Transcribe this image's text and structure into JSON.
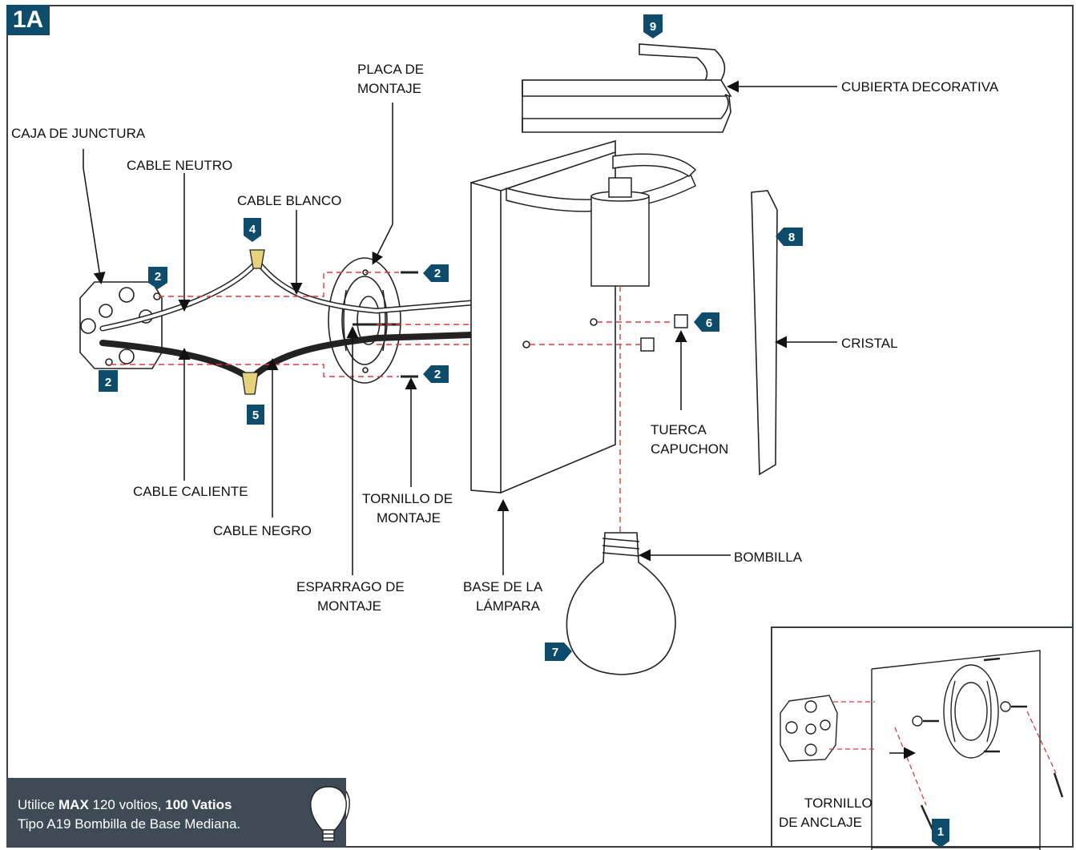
{
  "figure_id": "1A",
  "labels": {
    "caja_junctura": "CAJA DE JUNCTURA",
    "cable_neutro": "CABLE NEUTRO",
    "cable_blanco": "CABLE BLANCO",
    "placa_montaje_l1": "PLACA DE",
    "placa_montaje_l2": "MONTAJE",
    "cubierta_decorativa": "CUBIERTA DECORATIVA",
    "cristal": "CRISTAL",
    "tuerca_l1": "TUERCA",
    "tuerca_l2": "CAPUCHON",
    "cable_caliente": "CABLE CALIENTE",
    "cable_negro": "CABLE NEGRO",
    "tornillo_montaje_l1": "TORNILLO DE",
    "tornillo_montaje_l2": "MONTAJE",
    "esparrago_l1": "ESPARRAGO DE",
    "esparrago_l2": "MONTAJE",
    "base_lampara_l1": "BASE DE LA",
    "base_lampara_l2": "LÁMPARA",
    "bombilla": "BOMBILLA",
    "tornillo_anclaje_l1": "TORNILLO",
    "tornillo_anclaje_l2": "DE ANCLAJE"
  },
  "steps": {
    "s1": "1",
    "s2": "2",
    "s4": "4",
    "s5": "5",
    "s6": "6",
    "s7": "7",
    "s8": "8",
    "s9": "9"
  },
  "note": {
    "part1": "Utilice ",
    "max": "MAX",
    "part2": " 120 voltios, ",
    "watts": "100 Vatios",
    "line2": "Tipo A19 Bombilla de Base Mediana."
  },
  "colors": {
    "step_badge": "#0e4c6b",
    "dashed_guide": "#e23a3a",
    "wire_nut": "#e6d27a",
    "note_bg": "#3e4a56"
  }
}
